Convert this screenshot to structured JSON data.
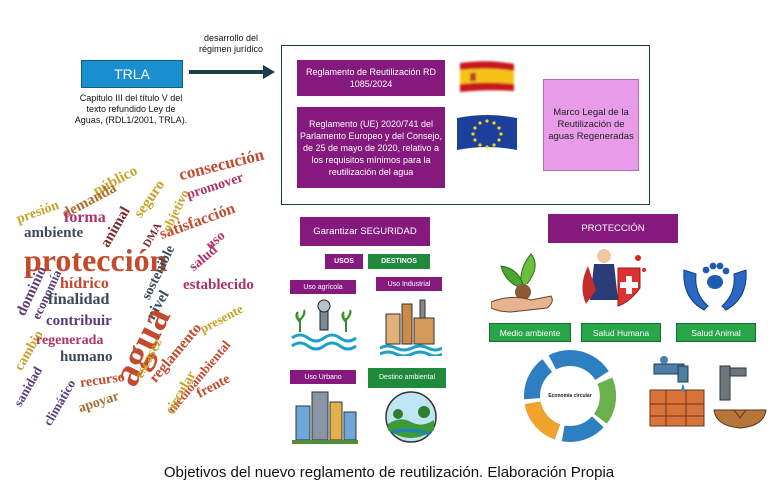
{
  "trla": {
    "label": "TRLA",
    "note": "Capitulo III del título V del texto refundido Ley de Aguas, (RDL1/2001, TRLA)."
  },
  "arrow_label": "desarrollo del régimen jurídico",
  "regulations": {
    "spain": "Reglamento de Reutilización RD 1085/2024",
    "eu": "Reglamento (UE) 2020/741 del Parlamento Europeo y del Consejo, de 25 de mayo de 2020, relativo a los requisitos mínimos para la reutilización del agua",
    "marco": "Marco Legal de la Reutilización de aguas Regeneradas"
  },
  "seguridad": {
    "title": "Garantizar SEGURIDAD",
    "usos": "USOS",
    "destinos": "DESTINOS",
    "items": [
      "Uso agrícola",
      "Uso Industrial",
      "Uso Urbano",
      "Destino ambiental"
    ]
  },
  "proteccion": {
    "title": "PROTECCIÓN",
    "items": [
      "Medio ambiente",
      "Salud Humana",
      "Salud Animal"
    ]
  },
  "circular_label": "Economía circular",
  "word_cloud": [
    {
      "text": "consecución",
      "color": "#c44a2e"
    },
    {
      "text": "público",
      "color": "#c9a227"
    },
    {
      "text": "demanda",
      "color": "#a86f2d"
    },
    {
      "text": "seguro",
      "color": "#c9a227"
    },
    {
      "text": "promover",
      "color": "#b0306b"
    },
    {
      "text": "presión",
      "color": "#c9a227"
    },
    {
      "text": "forma",
      "color": "#b0306b"
    },
    {
      "text": "animal",
      "color": "#7a2a2a"
    },
    {
      "text": "satisfacción",
      "color": "#c44a2e"
    },
    {
      "text": "objetivo",
      "color": "#c9a227"
    },
    {
      "text": "ambiente",
      "color": "#3a4a5a"
    },
    {
      "text": "DMA",
      "color": "#7a2a2a"
    },
    {
      "text": "uso",
      "color": "#b0306b"
    },
    {
      "text": "protección",
      "color": "#c44a2e"
    },
    {
      "text": "salud",
      "color": "#b0306b"
    },
    {
      "text": "hídrico",
      "color": "#c44a2e"
    },
    {
      "text": "sostenible",
      "color": "#3a4a5a"
    },
    {
      "text": "dominio",
      "color": "#5b3a78"
    },
    {
      "text": "economía",
      "color": "#5b3a78"
    },
    {
      "text": "finalidad",
      "color": "#3a4a5a"
    },
    {
      "text": "establecido",
      "color": "#b0306b"
    },
    {
      "text": "nivel",
      "color": "#3a4a5a"
    },
    {
      "text": "agua",
      "color": "#c44a2e"
    },
    {
      "text": "contribuir",
      "color": "#5b3a78"
    },
    {
      "text": "presente",
      "color": "#c9a227"
    },
    {
      "text": "cambio",
      "color": "#c9a227"
    },
    {
      "text": "regenerada",
      "color": "#b0306b"
    },
    {
      "text": "escasez",
      "color": "#c9a227"
    },
    {
      "text": "reglamento",
      "color": "#c44a2e"
    },
    {
      "text": "humano",
      "color": "#3a4a5a"
    },
    {
      "text": "medioambiental",
      "color": "#c44a2e"
    },
    {
      "text": "sanidad",
      "color": "#5b3a78"
    },
    {
      "text": "recurso",
      "color": "#c44a2e"
    },
    {
      "text": "circular",
      "color": "#c9a227"
    },
    {
      "text": "climático",
      "color": "#5b3a78"
    },
    {
      "text": "apoyar",
      "color": "#a86f2d"
    },
    {
      "text": "frente",
      "color": "#c44a2e"
    }
  ],
  "caption": "Objetivos del nuevo reglamento de reutilización. Elaboración Propia"
}
